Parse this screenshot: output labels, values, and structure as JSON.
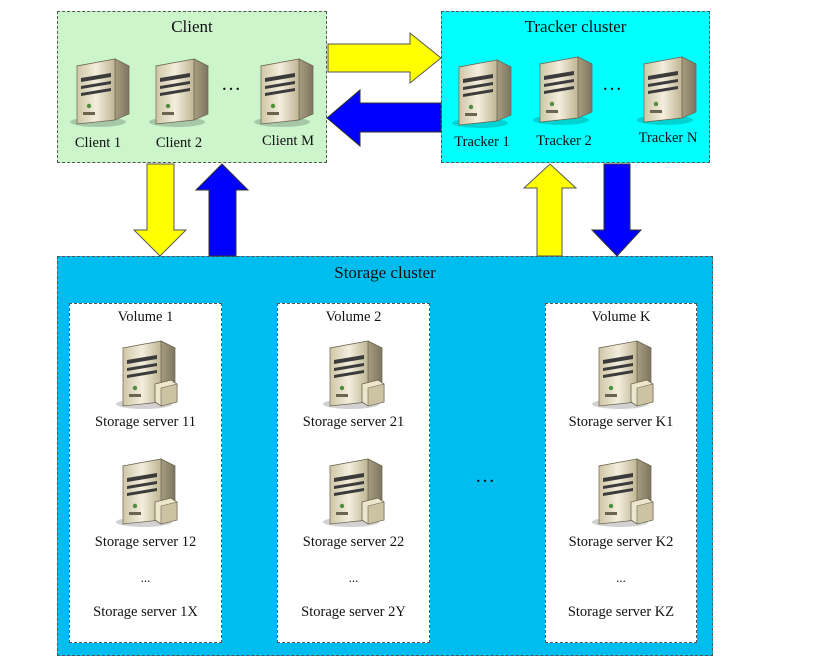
{
  "client": {
    "title": "Client",
    "ellipsis": "…",
    "nodes": [
      "Client 1",
      "Client 2",
      "Client M"
    ]
  },
  "tracker": {
    "title": "Tracker cluster",
    "ellipsis": "…",
    "nodes": [
      "Tracker 1",
      "Tracker 2",
      "Tracker N"
    ]
  },
  "storage": {
    "title": "Storage cluster",
    "ellipsis": "…",
    "volumes": [
      {
        "title": "Volume 1",
        "servers": [
          "Storage server 11",
          "Storage server 12"
        ],
        "dots": "...",
        "last": "Storage server 1X"
      },
      {
        "title": "Volume 2",
        "servers": [
          "Storage server 21",
          "Storage server 22"
        ],
        "dots": "...",
        "last": "Storage server 2Y"
      },
      {
        "title": "Volume K",
        "servers": [
          "Storage server K1",
          "Storage server K2"
        ],
        "dots": "...",
        "last": "Storage server KZ"
      }
    ]
  },
  "colors": {
    "request_arrow": "#ffff00",
    "response_arrow": "#0000ff",
    "client_bg": "#ccf5cc",
    "tracker_bg": "#00ffff",
    "storage_bg": "#00bdf0"
  },
  "icons": {
    "node": "server-tower-icon",
    "storage": "server-with-disk-icon"
  }
}
